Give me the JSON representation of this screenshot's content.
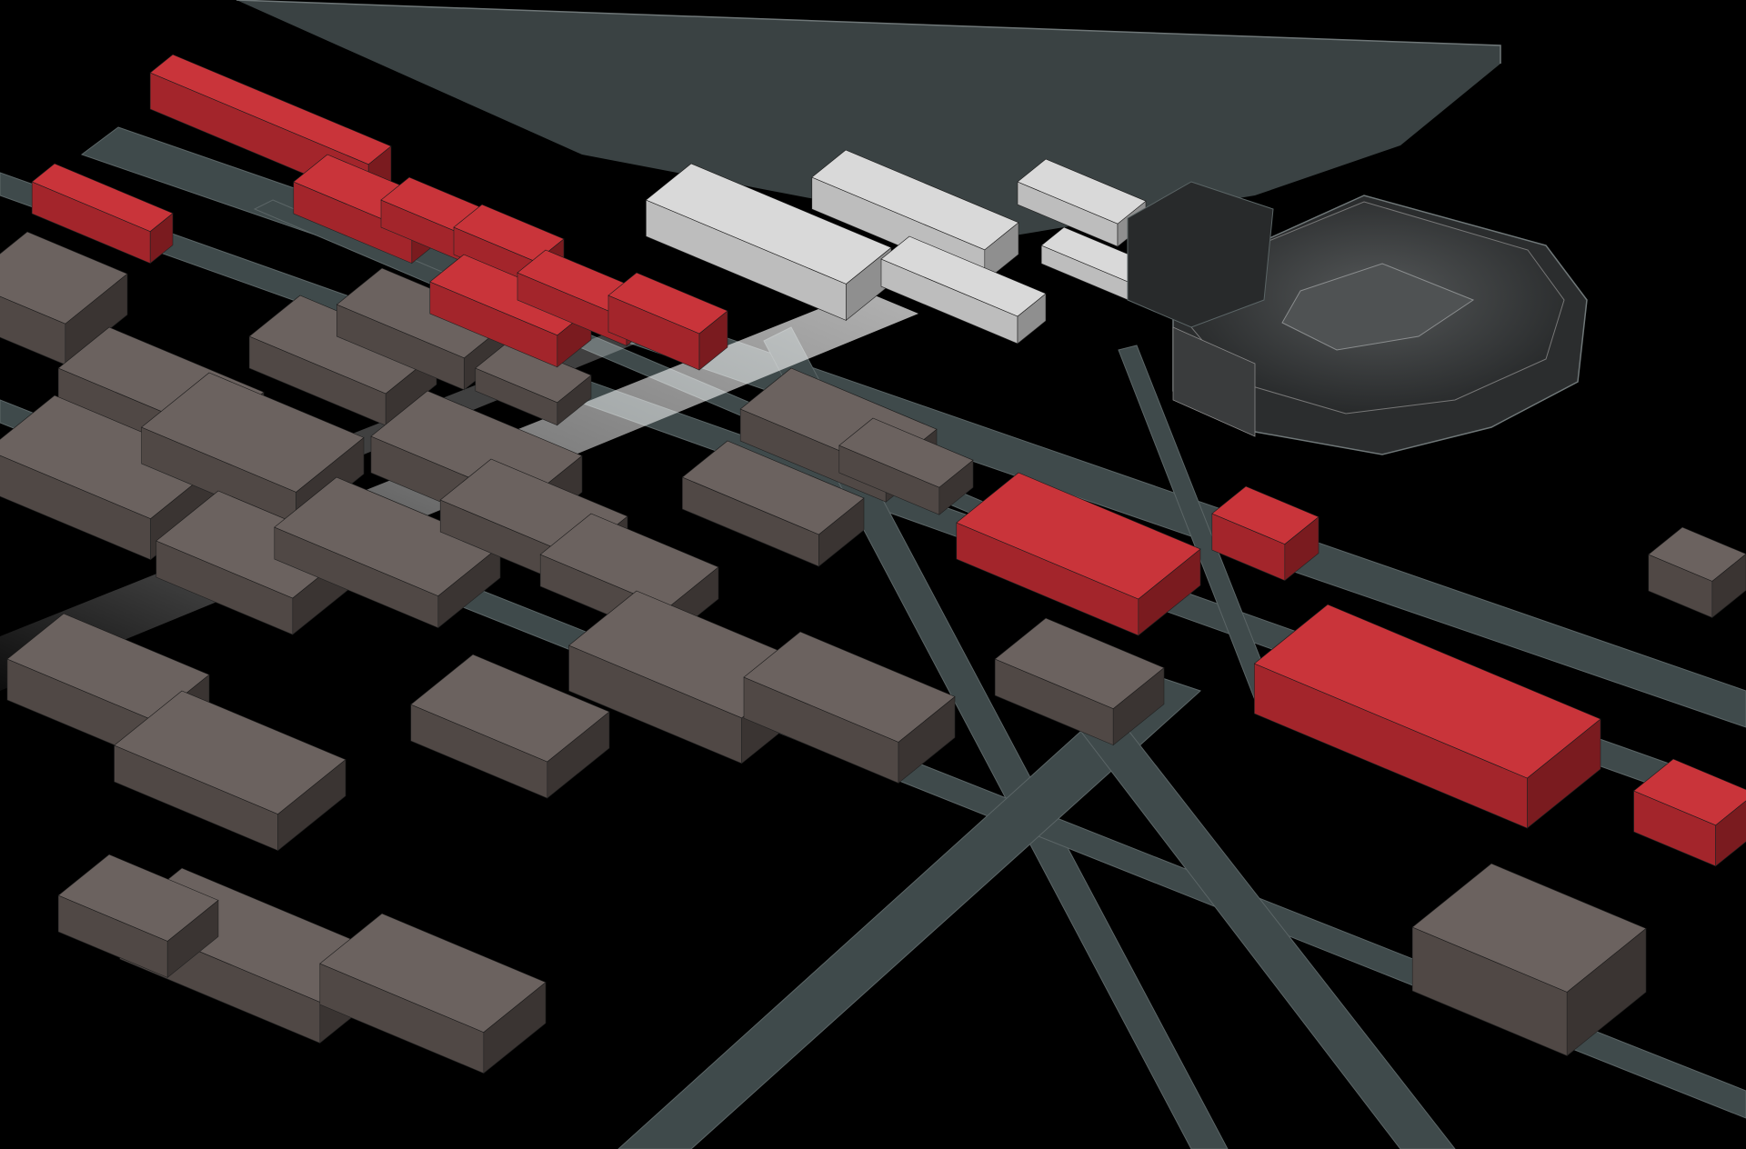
{
  "scene": {
    "kind": "axonometric campus massing diagram",
    "labels": []
  },
  "colors": {
    "background": "#000000",
    "ground_plane": "#3a4243",
    "street": "#3f4a4b",
    "street_edge": "#5b6566",
    "linework": "#6f7778",
    "building_top": "#6b625f",
    "building_left": "#504845",
    "building_right": "#3a3432",
    "proposed_top": "#c9343a",
    "proposed_left": "#a3252b",
    "proposed_right": "#7a1b1f",
    "highlight_top": "#d9d9d9",
    "highlight_left": "#bdbdbd",
    "highlight_right": "#8f8f8f",
    "stadium_shell": "#2f3132",
    "stadium_field": "#4d4f50",
    "light_beam": "#ffffff"
  },
  "legend": {
    "existing_buildings": "grey-massing",
    "proposed_development": "red-massing",
    "focus_complex": "white-massing",
    "stadium": "stadium-bowl",
    "connection": "light-beam"
  }
}
